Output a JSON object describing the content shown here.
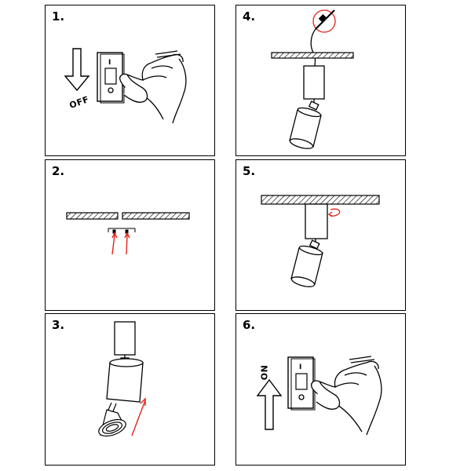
{
  "steps": [
    {
      "number": "1.",
      "caption": "OFF"
    },
    {
      "number": "2."
    },
    {
      "number": "3."
    },
    {
      "number": "4."
    },
    {
      "number": "5."
    },
    {
      "number": "6.",
      "caption": "ON"
    }
  ],
  "colors": {
    "line": "#000000",
    "arrow_accent": "#e2231a",
    "hatch_fill": "#b0b0b0"
  },
  "icons": [
    "arrow-down-icon",
    "arrow-up-icon",
    "light-switch-icon",
    "hand-icon",
    "spotlight-icon",
    "rotate-arrow-icon",
    "bulb-icon"
  ]
}
